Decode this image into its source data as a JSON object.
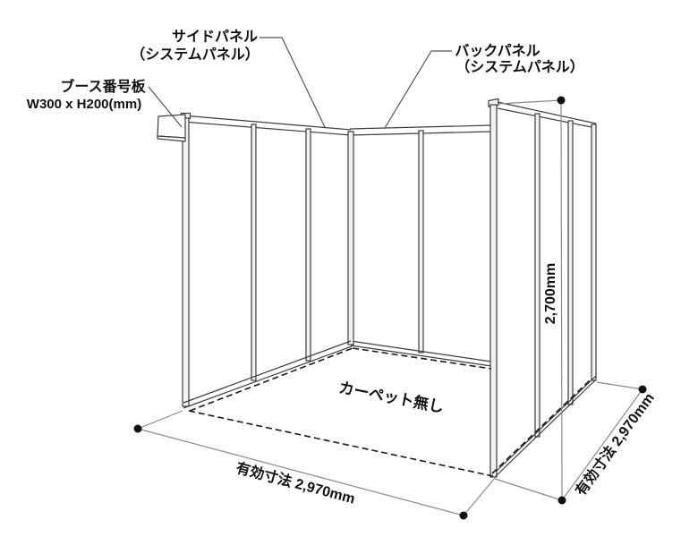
{
  "diagram": {
    "title_context": "exhibition booth panel diagram",
    "labels": {
      "side_panel": {
        "line1": "サイドパネル",
        "line2": "（システムパネル）"
      },
      "back_panel": {
        "line1": "バックパネル",
        "line2": "（システムパネル）"
      },
      "booth_number": {
        "line1": "ブース番号板",
        "line2": "W300 x H200(mm)"
      },
      "floor_note": "カーペット無し"
    },
    "dimensions": {
      "height": "2,700mm",
      "width_front": "有効寸法 2,970mm",
      "depth_right": "有効寸法 2,970mm"
    },
    "colors": {
      "structure_line": "#3d3d3d",
      "dimension_line": "#8a8a8a",
      "dashed_line": "#1a1a1a",
      "text": "#111111",
      "background": "#ffffff",
      "panel_fill": "#f2f2f2"
    }
  }
}
